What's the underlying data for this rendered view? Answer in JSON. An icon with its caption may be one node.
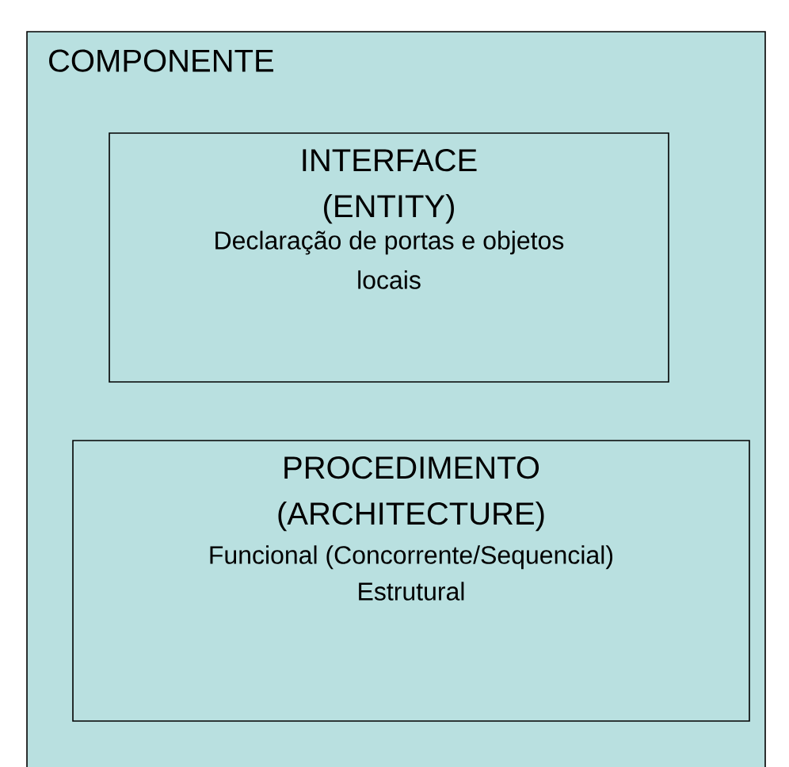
{
  "diagram": {
    "nodes": [
      {
        "text": [
          "COMPONENTE"
        ]
      },
      {
        "text": [
          "INTERFACE (ENTITY)",
          "Declaração de portas e objetos locais"
        ],
        "in": 0
      },
      {
        "text": [
          "PROCEDIMENTO (ARCHITECTURE)",
          "Funcional (Concorrente/Sequencial)",
          "Estrutural"
        ],
        "in": 0
      }
    ]
  }
}
